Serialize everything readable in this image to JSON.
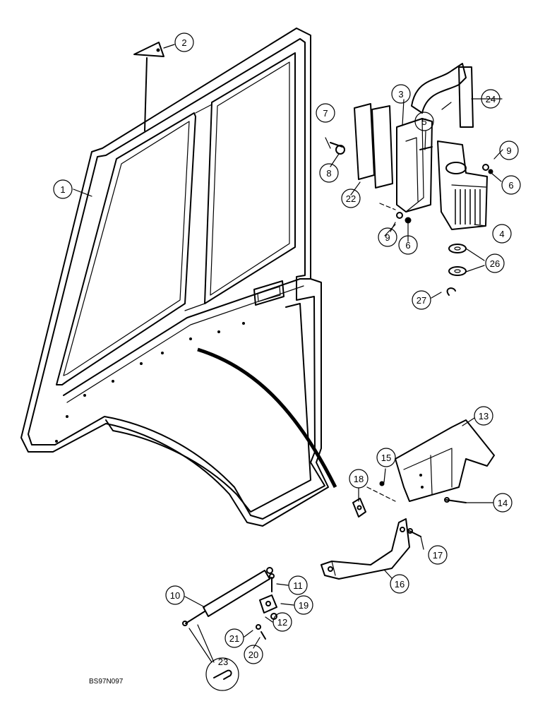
{
  "figure_code": "BS97N097",
  "callouts": [
    {
      "id": "c1",
      "label": "1"
    },
    {
      "id": "c2",
      "label": "2"
    },
    {
      "id": "c3",
      "label": "3"
    },
    {
      "id": "c4",
      "label": "4"
    },
    {
      "id": "c5",
      "label": "5"
    },
    {
      "id": "c6a",
      "label": "6"
    },
    {
      "id": "c6b",
      "label": "6"
    },
    {
      "id": "c7",
      "label": "7"
    },
    {
      "id": "c8",
      "label": "8"
    },
    {
      "id": "c9a",
      "label": "9"
    },
    {
      "id": "c9b",
      "label": "9"
    },
    {
      "id": "c10",
      "label": "10"
    },
    {
      "id": "c11",
      "label": "11"
    },
    {
      "id": "c12",
      "label": "12"
    },
    {
      "id": "c13",
      "label": "13"
    },
    {
      "id": "c14",
      "label": "14"
    },
    {
      "id": "c15",
      "label": "15"
    },
    {
      "id": "c16",
      "label": "16"
    },
    {
      "id": "c17",
      "label": "17"
    },
    {
      "id": "c18",
      "label": "18"
    },
    {
      "id": "c19",
      "label": "19"
    },
    {
      "id": "c20",
      "label": "20"
    },
    {
      "id": "c21",
      "label": "21"
    },
    {
      "id": "c22",
      "label": "22"
    },
    {
      "id": "c23",
      "label": "23"
    },
    {
      "id": "c24",
      "label": "24"
    },
    {
      "id": "c26",
      "label": "26"
    },
    {
      "id": "c27",
      "label": "27"
    }
  ]
}
